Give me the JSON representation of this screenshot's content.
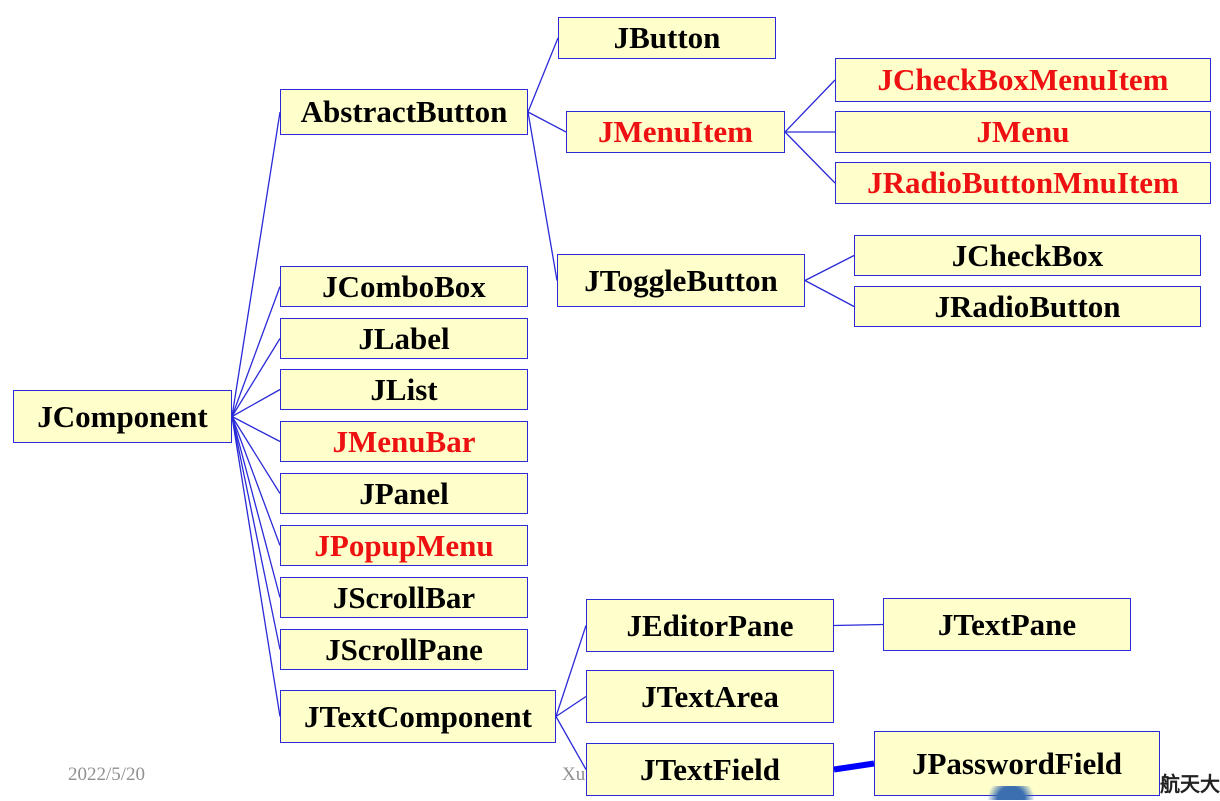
{
  "colors": {
    "edge": "#2a2ad8",
    "node_fill": "#ffffcc",
    "text_default": "#000000",
    "text_highlight": "#ee1111"
  },
  "nodes": {
    "jcomponent": "JComponent",
    "abstractbutton": "AbstractButton",
    "jbutton": "JButton",
    "jmenuitem": "JMenuItem",
    "jcheckboxmenuitem": "JCheckBoxMenuItem",
    "jmenu": "JMenu",
    "jradiobuttonmenuitem": "JRadioButtonMnuItem",
    "jtogglebutton": "JToggleButton",
    "jcheckbox": "JCheckBox",
    "jradiobutton": "JRadioButton",
    "jcombobox": "JComboBox",
    "jlabel": "JLabel",
    "jlist": "JList",
    "jmenubar": "JMenuBar",
    "jpanel": "JPanel",
    "jpopupmenu": "JPopupMenu",
    "jscrollbar": "JScrollBar",
    "jscrollpane": "JScrollPane",
    "jtextcomponent": "JTextComponent",
    "jeditorpane": "JEditorPane",
    "jtextpane": "JTextPane",
    "jtextarea": "JTextArea",
    "jtextfield": "JTextField",
    "jpasswordfield": "JPasswordField"
  },
  "highlighted": [
    "jmenuitem",
    "jcheckboxmenuitem",
    "jmenu",
    "jradiobuttonmenuitem",
    "jmenubar",
    "jpopupmenu"
  ],
  "edges": [
    [
      "jcomponent",
      "abstractbutton"
    ],
    [
      "jcomponent",
      "jcombobox"
    ],
    [
      "jcomponent",
      "jlabel"
    ],
    [
      "jcomponent",
      "jlist"
    ],
    [
      "jcomponent",
      "jmenubar"
    ],
    [
      "jcomponent",
      "jpanel"
    ],
    [
      "jcomponent",
      "jpopupmenu"
    ],
    [
      "jcomponent",
      "jscrollbar"
    ],
    [
      "jcomponent",
      "jscrollpane"
    ],
    [
      "jcomponent",
      "jtextcomponent"
    ],
    [
      "abstractbutton",
      "jbutton"
    ],
    [
      "abstractbutton",
      "jmenuitem"
    ],
    [
      "abstractbutton",
      "jtogglebutton"
    ],
    [
      "jmenuitem",
      "jcheckboxmenuitem"
    ],
    [
      "jmenuitem",
      "jmenu"
    ],
    [
      "jmenuitem",
      "jradiobuttonmenuitem"
    ],
    [
      "jtogglebutton",
      "jcheckbox"
    ],
    [
      "jtogglebutton",
      "jradiobutton"
    ],
    [
      "jtextcomponent",
      "jeditorpane"
    ],
    [
      "jtextcomponent",
      "jtextarea"
    ],
    [
      "jtextcomponent",
      "jtextfield"
    ],
    [
      "jeditorpane",
      "jtextpane"
    ]
  ],
  "thick_edges": [
    [
      "jtextfield",
      "jpasswordfield"
    ]
  ],
  "footer": {
    "date": "2022/5/20",
    "author_fragment": "Xu",
    "logo_text": "航天大"
  }
}
